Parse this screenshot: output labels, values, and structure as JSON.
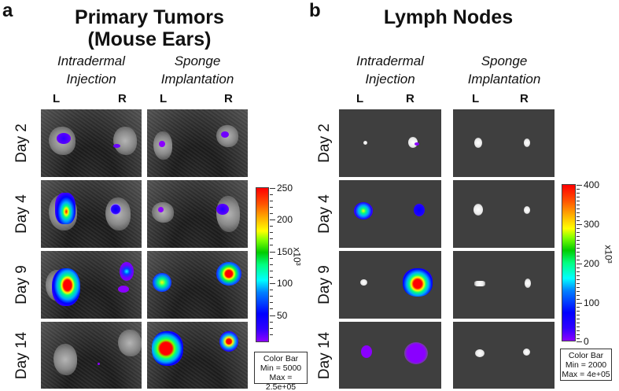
{
  "panel_a": {
    "letter": "a",
    "title_line1": "Primary Tumors",
    "title_line2": "(Mouse Ears)",
    "groups": [
      {
        "line1": "Intradermal",
        "line2": "Injection",
        "left": "L",
        "right": "R"
      },
      {
        "line1": "Sponge",
        "line2": "Implantation",
        "left": "L",
        "right": "R"
      }
    ],
    "rows": [
      "Day 2",
      "Day 4",
      "Day 9",
      "Day 14"
    ],
    "colorbar": {
      "ticks": [
        "250",
        "200",
        "150",
        "100",
        "50"
      ],
      "unit": "x10³",
      "box_title": "Color Bar",
      "box_min": "Min = 5000",
      "box_max": "Max = 2.5e+05"
    }
  },
  "panel_b": {
    "letter": "b",
    "title": "Lymph Nodes",
    "groups": [
      {
        "line1": "Intradermal",
        "line2": "Injection",
        "left": "L",
        "right": "R"
      },
      {
        "line1": "Sponge",
        "line2": "Implantation",
        "left": "L",
        "right": "R"
      }
    ],
    "rows": [
      "Day 2",
      "Day 4",
      "Day 9",
      "Day 14"
    ],
    "colorbar": {
      "ticks": [
        "400",
        "300",
        "200",
        "100",
        "0"
      ],
      "unit": "x10³",
      "box_title": "Color Bar",
      "box_min": "Min = 2000",
      "box_max": "Max = 4e+05"
    }
  },
  "colors": {
    "node_background": "#3f3f3f",
    "colormap": [
      "#8a00ff",
      "#0000ff",
      "#00ffff",
      "#00cc00",
      "#ffff00",
      "#ff0000"
    ]
  }
}
